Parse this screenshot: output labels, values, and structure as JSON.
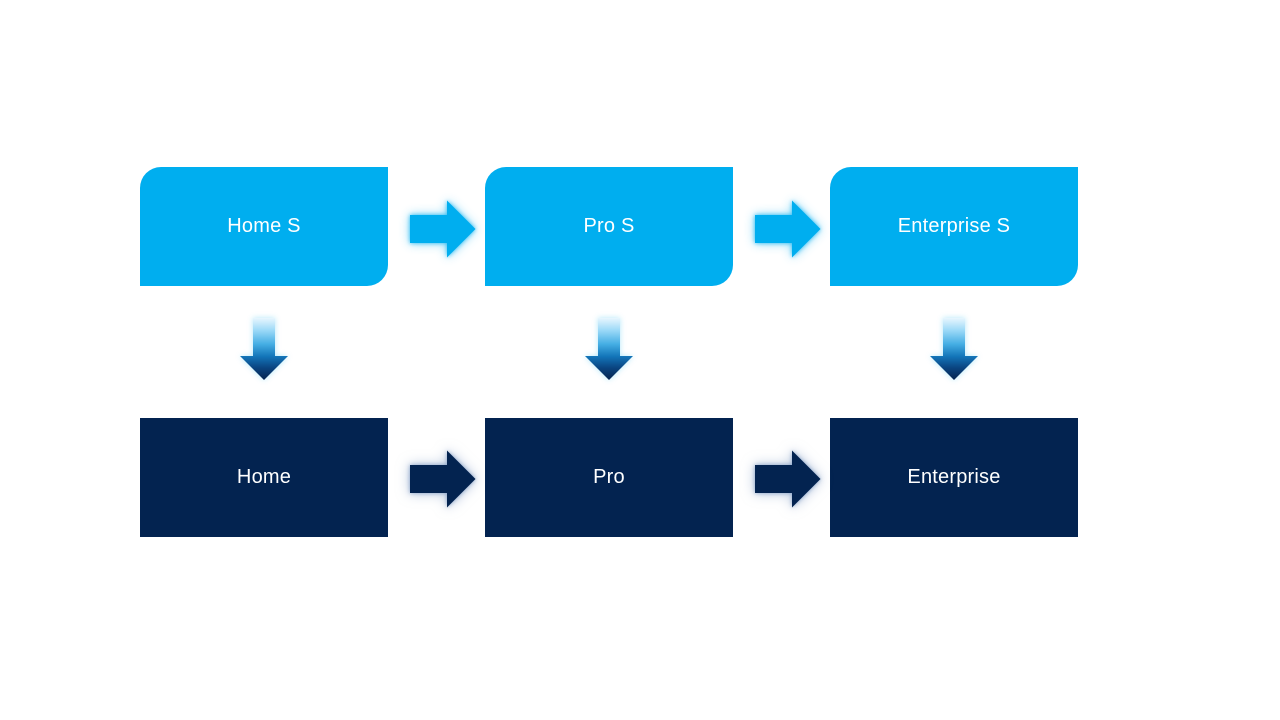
{
  "nodes": {
    "top_row": [
      {
        "label": "Home S"
      },
      {
        "label": "Pro S"
      },
      {
        "label": "Enterprise S"
      }
    ],
    "bottom_row": [
      {
        "label": "Home"
      },
      {
        "label": "Pro"
      },
      {
        "label": "Enterprise"
      }
    ]
  },
  "icons": {
    "right_arrow": "right-arrow",
    "down_arrow": "down-arrow"
  },
  "colors": {
    "top_box": "#00AEEF",
    "bottom_box": "#032350",
    "down_arrow_gradient_start": "#E8F6FE",
    "down_arrow_gradient_end": "#06234E",
    "text": "#FFFFFF",
    "background": "#FFFFFF"
  }
}
